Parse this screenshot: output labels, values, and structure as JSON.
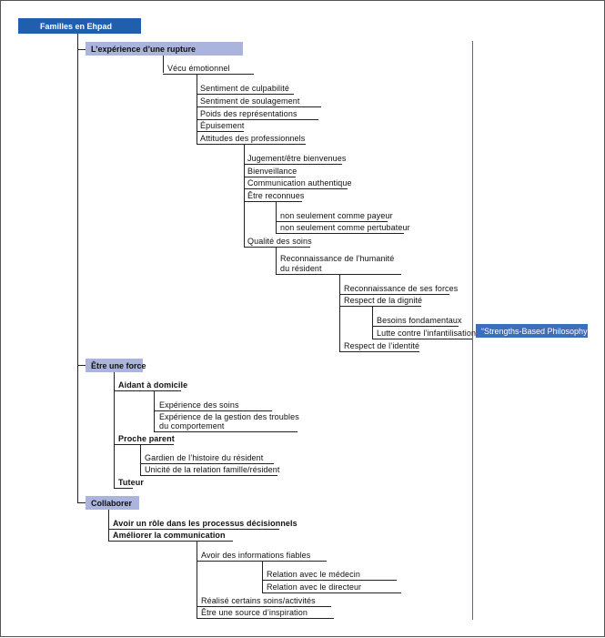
{
  "root": "Familles en Ehpad",
  "side_label": "“Strengths-Based Philosophy”",
  "sections": {
    "rupture": {
      "title": "L’expérience d’une rupture",
      "vecu": "Vécu émotionnel",
      "culpabilite": "Sentiment de culpabilité",
      "soulagement": "Sentiment de soulagement",
      "representations": "Poids des représentations",
      "epuisement": "Épuisement",
      "attitudes": "Attitudes des professionnels",
      "jugement": "Jugement/être bienvenues",
      "bienveillance": "Bienveillance",
      "communication": "Communication authentique",
      "reconnues": "Être reconnues",
      "payeur": "non seulement comme payeur",
      "perturbateur": "non seulement comme pertubateur",
      "qualite": "Qualité des soins",
      "humanite_1": "Reconnaissance de l’humanité",
      "humanite_2": "du résident",
      "forces": "Reconnaissance de ses forces",
      "dignite": "Respect de la dignité",
      "besoins": "Besoins fondamentaux",
      "infantilisation": "Lutte contre l’infantilisation",
      "identite": "Respect de l’identité"
    },
    "force": {
      "title": "Être une force",
      "aidant": "Aidant à domicile",
      "experience_soins": "Expérience des soins",
      "troubles_1": "Expérience de la gestion des troubles",
      "troubles_2": "du comportement",
      "proche": "Proche parent",
      "gardien": "Gardien de l’histoire du résident",
      "unicite": "Unicité de la relation famille/résident",
      "tuteur": "Tuteur"
    },
    "collaborer": {
      "title": "Collaborer",
      "role": "Avoir un rôle dans les processus décisionnels",
      "ameliorer": "Améliorer la communication",
      "informations": "Avoir des informations fiables",
      "medecin": "Relation avec le médecin",
      "directeur": "Relation avec le directeur",
      "realise": "Réalisé certains soins/activités",
      "source": "Être une source d’inspiration"
    }
  }
}
